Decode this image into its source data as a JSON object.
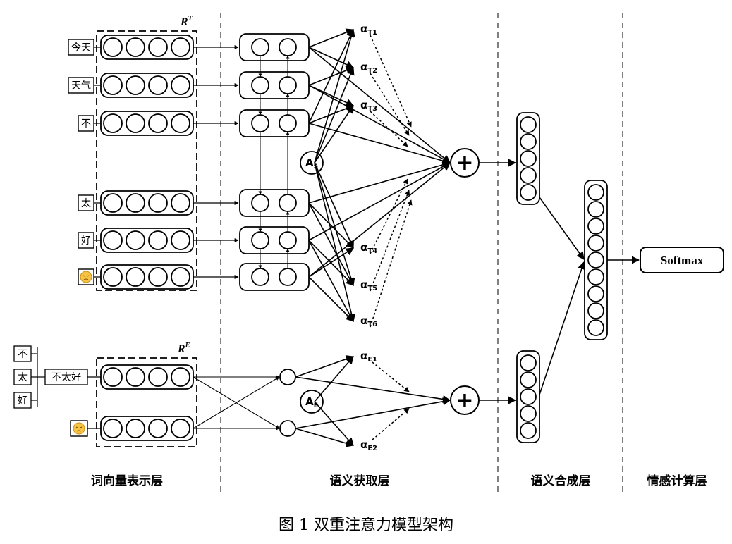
{
  "layers": {
    "word_vector": "词向量表示层",
    "semantic_acquisition": "语义获取层",
    "semantic_synthesis": "语义合成层",
    "sentiment_computation": "情感计算层"
  },
  "caption": "图 1  双重注意力模型架构",
  "r_t_label": {
    "base": "R",
    "sup": "T"
  },
  "r_e_label": {
    "base": "R",
    "sup": "E"
  },
  "tokens": [
    "今天",
    "天气",
    "不",
    "太",
    "好",
    "😔"
  ],
  "emotion_group": {
    "chars": [
      "不",
      "太",
      "好"
    ],
    "phrase": "不太好",
    "emoji": "😔"
  },
  "attention_t": {
    "symbol": "A",
    "sub": "S"
  },
  "attention_e": {
    "symbol": "A",
    "sub": "E"
  },
  "alphas_t": [
    "T1",
    "T2",
    "T3",
    "T4",
    "T5",
    "T6"
  ],
  "alphas_e": [
    "E1",
    "E2"
  ],
  "alpha_symbol": "α",
  "plus_symbol": "+",
  "softmax_label": "Softmax"
}
